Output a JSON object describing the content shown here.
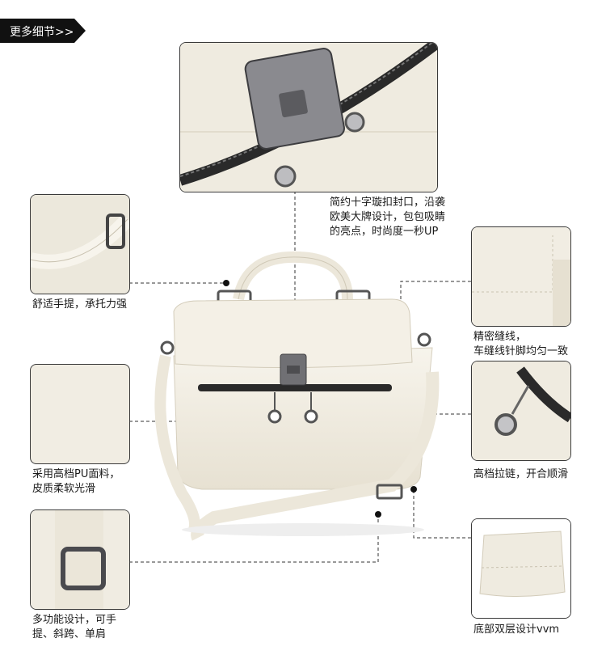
{
  "header": {
    "tag_label": "更多细节>>"
  },
  "callouts": {
    "lock_line1": "简约十字璇扣封口，沿袭",
    "lock_line2": "欧美大牌设计，包包吸睛",
    "lock_line3": "的亮点，时尚度一秒UP",
    "handle": "舒适手提，承托力强",
    "stitch_line1": "精密缝线，",
    "stitch_line2": "车缝线针脚均匀一致",
    "material_line1": "采用高档PU面料，",
    "material_line2": "皮质柔软光滑",
    "zipper": "高档拉链，开合顺滑",
    "strap_line1": "多功能设计，可手",
    "strap_line2": "提、斜跨、单肩",
    "bottom": "底部双层设计vvm"
  },
  "colors": {
    "leather": "#f0ece1",
    "leather_shadow": "#d9d3c2",
    "metal": "#6e6e72",
    "zipper": "#2a2a2a",
    "tag_bg": "#111111"
  }
}
